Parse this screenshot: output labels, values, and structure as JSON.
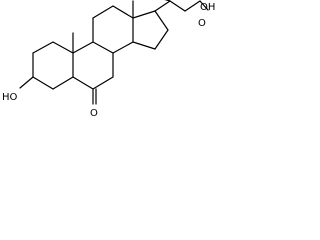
{
  "molecule": {
    "atom_labels": {
      "hydroxyl": "HO",
      "ketone_oxygen": "O",
      "acid": "OH",
      "acid_oxygen": "O"
    }
  },
  "colors": {
    "bond": "#000000",
    "background": "#ffffff"
  }
}
